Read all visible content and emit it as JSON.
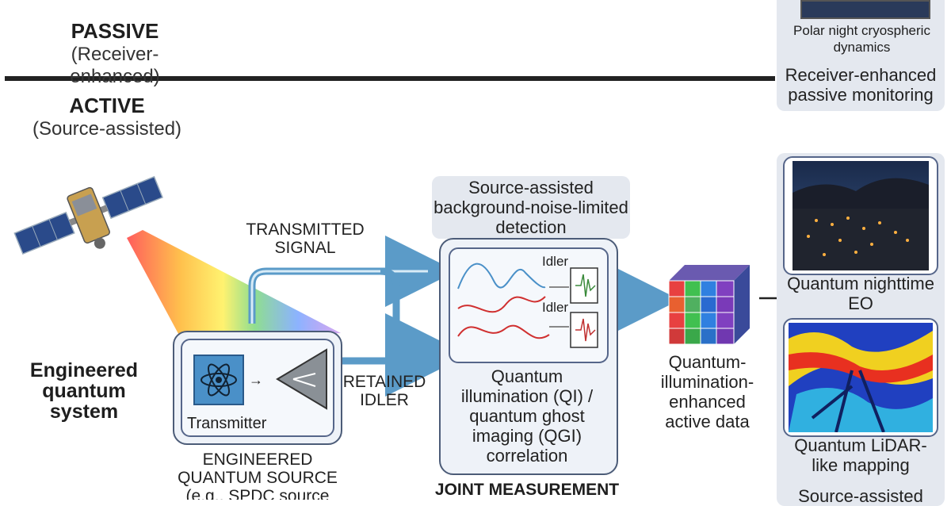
{
  "passive": {
    "title": "PASSIVE",
    "subtitle": "(Receiver-enhanced)"
  },
  "active": {
    "title": "ACTIVE",
    "subtitle": "(Source-assisted)"
  },
  "system_label": "Engineered quantum system",
  "transmitted_signal": "TRANSMITTED SIGNAL",
  "retained_idler": "RETAINED IDLER",
  "transmitter_label": "Transmitter",
  "source_caption": "ENGINEERED QUANTUM SOURCE (e.g., SPDC source",
  "detection_caption": "Source-assisted background-noise-limited detection",
  "idler_label_1": "Idler",
  "idler_label_2": "Idler",
  "correlation_caption": "Quantum illumination (QI) / quantum ghost imaging (QGI) correlation",
  "joint_measurement": "JOINT MEASUREMENT",
  "data_caption": "Quantum-illumination-enhanced active data",
  "right_panel_top": {
    "image_caption": "Polar night cryospheric dynamics",
    "footer": "Receiver-enhanced passive monitoring"
  },
  "right_panel_bottom": {
    "image1_caption": "Quantum nighttime EO",
    "image2_caption": "Quantum LiDAR-like mapping",
    "footer": "Source-assisted"
  },
  "colors": {
    "arrow_blue": "#5b9bc8",
    "box_border": "#4c5c78",
    "panel_gray": "#e4e8ef",
    "cube_colors": [
      "#e84040",
      "#f0a020",
      "#40c050",
      "#3080e0",
      "#8040c0"
    ]
  },
  "icons": [
    "satellite-icon",
    "atom-icon",
    "beam-splitter-icon",
    "data-cube-icon"
  ]
}
